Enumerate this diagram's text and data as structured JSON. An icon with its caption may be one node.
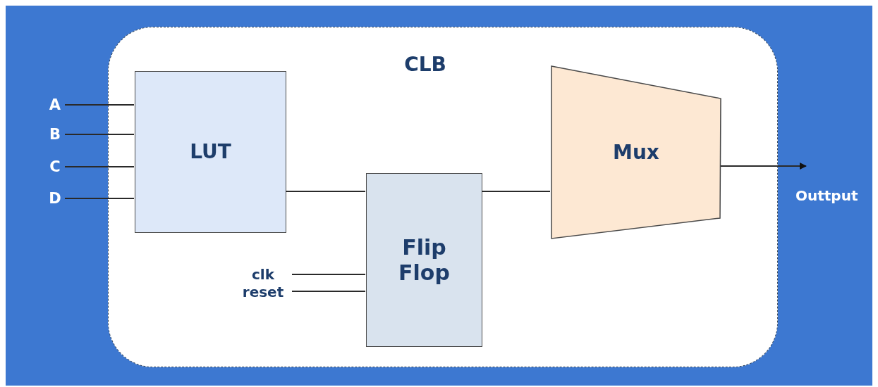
{
  "diagram": {
    "nodes": [
      {
        "text": [
          "CLB"
        ]
      },
      {
        "text": [
          "A"
        ]
      },
      {
        "text": [
          "B"
        ]
      },
      {
        "text": [
          "C"
        ]
      },
      {
        "text": [
          "D"
        ]
      },
      {
        "text": [
          "LUT"
        ],
        "in": 0
      },
      {
        "text": [
          "clk"
        ],
        "in": 0
      },
      {
        "text": [
          "reset"
        ],
        "in": 0
      },
      {
        "text": [
          "Flip Flop"
        ],
        "in": 0
      },
      {
        "text": [
          "Mux"
        ],
        "in": 0
      }
    ],
    "edges": [
      {
        "from": 1,
        "to": 5,
        "arrow": "none"
      },
      {
        "from": 2,
        "to": 5,
        "arrow": "none"
      },
      {
        "from": 3,
        "to": 5,
        "arrow": "none"
      },
      {
        "from": 4,
        "to": 5,
        "arrow": "none"
      },
      {
        "from": 5,
        "to": 8,
        "arrow": "none"
      },
      {
        "from": 6,
        "to": 8,
        "arrow": "none"
      },
      {
        "from": 7,
        "to": 8,
        "arrow": "none"
      },
      {
        "from": 8,
        "to": 9,
        "arrow": "none"
      },
      {
        "from": 9,
        "to": null,
        "arrow": "to"
      }
    ],
    "labels": [
      "Outtput"
    ]
  }
}
